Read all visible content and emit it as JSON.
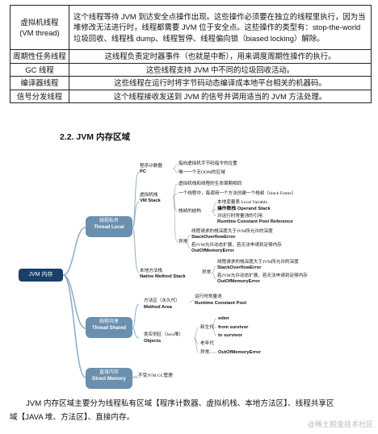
{
  "table": {
    "rows": [
      {
        "key": "虚拟机线程\n(VM thread)",
        "value": "这个线程等待 JVM 到达安全点操作出现。这些操作必须要在独立的线程里执行，因为当堆修改无法进行时，线程都需要 JVM 位于安全点。这些操作的类型有：stop-the-world 垃圾回收、线程栈 dump、线程暂停、线程偏向锁（biased locking）解除。",
        "align": "left"
      },
      {
        "key": "周期性任务线程",
        "value": "这线程负责定时器事件（也就是中断），用来调度周期性操作的执行。",
        "align": "center"
      },
      {
        "key": "GC 线程",
        "value": "这些线程支持 JVM 中不同的垃圾回收活动。",
        "align": "center"
      },
      {
        "key": "编译器线程",
        "value": "这些线程在运行时将字节码动态编译成本地平台相关的机器码。",
        "align": "center"
      },
      {
        "key": "信号分发线程",
        "value": "这个线程接收发送到 JVM 的信号并调用适当的 JVM 方法处理。",
        "align": "center"
      }
    ]
  },
  "section_heading": "2.2. JVM 内存区域",
  "diagram": {
    "root": "JVM 内存",
    "thread_local": {
      "name_cn": "线程私有",
      "name_en": "Thread Local",
      "pc": {
        "title_cn": "程序计数器",
        "title_en": "PC",
        "items": [
          "指向虚拟机字节码指令的位置",
          "唯一一个无OOM的区域"
        ]
      },
      "vm_stack": {
        "title_cn": "虚拟机栈",
        "title_en": "VM Stack",
        "line1": "虚拟机栈和线程的生命周期相同",
        "line2": "一个线程中，每调用一个方法创建一个栈帧（Stack Frame）",
        "frame_label": "栈帧的结构",
        "frame_items": [
          "本地变量表 Local Variable",
          "操作数栈 Operand Stack",
          "对运行时常量池的引用",
          "Runtime Constant Pool Reference"
        ],
        "exc_label": "异常",
        "exc_items": [
          "线程请求的栈深度大于JVM所允许的深度",
          "StackOverflowError",
          "若JVM允许动态扩展，若无法申请到足够内存",
          "OutOfMemoryError"
        ]
      },
      "native_stack": {
        "title_cn": "本地方法栈",
        "title_en": "Native Method Stack",
        "exc_label": "异常",
        "exc_items": [
          "线程请求的栈深度大于JVM所允许的深度",
          "StackOverflowError",
          "若JVM允许动态扩展，若无法申请到足够内存",
          "OutOfMemoryError"
        ]
      }
    },
    "thread_shared": {
      "name_cn": "线程共享",
      "name_en": "Thread Shared",
      "method_area": {
        "title_cn": "方法区（永久代）",
        "title_en": "Method Area",
        "items": [
          "运行时常量池",
          "Runtime Constant Pool"
        ]
      },
      "heap": {
        "title_cn": "类实例区（Java堆）",
        "title_en": "Objects",
        "young": "新生代",
        "young_items": [
          "eden",
          "from survivor",
          "to survivor"
        ],
        "old": "老年代",
        "exc_label": "异常",
        "exc_item": "OutOfMemoryError"
      }
    },
    "direct": {
      "name_cn": "直接内存",
      "name_en": "Direct Memory",
      "item": "不受JVM GC管理"
    }
  },
  "paragraph": {
    "line1": "JVM 内存区域主要分为线程私有区域【程序计数器、虚拟机栈、本地方法区】、线程共享区",
    "line2": "域【JAVA 堆、方法区】、直接内存。"
  },
  "watermark": "@稀土掘金技术社区",
  "colors": {
    "node": "#6b8fae",
    "root": "#19406b",
    "branch": "#8fb0c8",
    "bracket": "#a0a0a0"
  }
}
